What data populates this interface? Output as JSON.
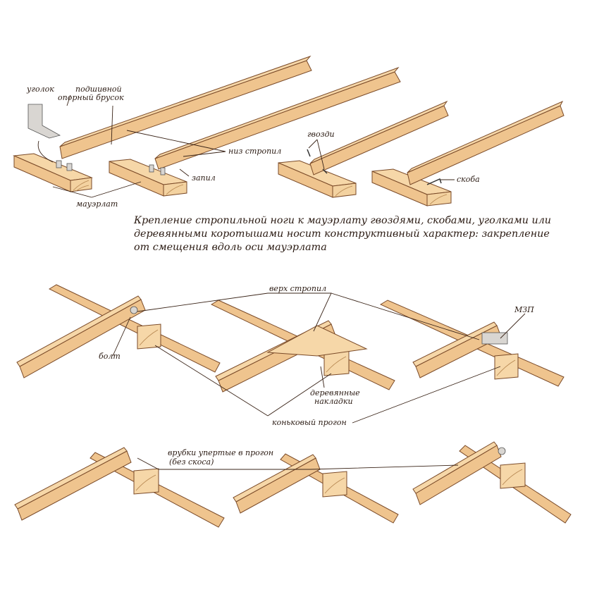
{
  "labels": {
    "corner": "уголок",
    "support_bar_1": "подшивной",
    "support_bar_2": "опорный брусок",
    "rafter_bottom": "низ стропил",
    "notch": "запил",
    "mauerlat": "мауэрлат",
    "nails": "гвозди",
    "staple": "скоба",
    "rafter_top": "верх стропил",
    "mzp": "МЗП",
    "bolt": "болт",
    "wood_plates_1": "деревянные",
    "wood_plates_2": "накладки",
    "ridge_purlin": "коньковый прогон",
    "notches_1": "врубки упертые в прогон",
    "notches_2": "(без скоса)"
  },
  "caption": {
    "line1": "Крепление стропильной ноги к мауэрлату гвоздями, скобами, уголками или",
    "line2": "деревянными коротышами носит конструктивный характер: закрепление",
    "line3": "от смещения вдоль оси мауэрлата"
  },
  "colors": {
    "wood": "#efc48e",
    "outline": "#7a4a28",
    "text": "#2a1a12"
  }
}
